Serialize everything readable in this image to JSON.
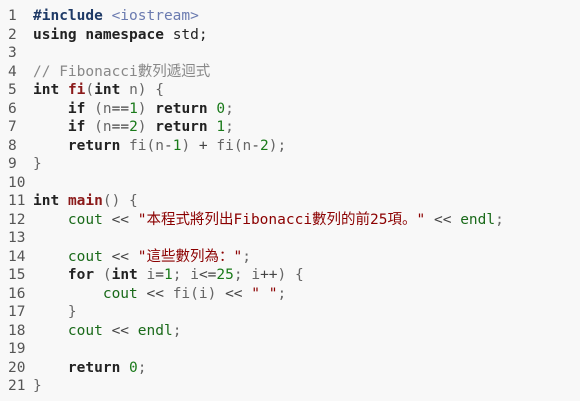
{
  "editor": {
    "colors": {
      "background": "#f8f8f8",
      "line_number": "#555555",
      "keyword": "#222222",
      "preprocessor": "#1f3a66",
      "include_path": "#6b7bb0",
      "comment": "#888888",
      "function_name": "#8b1a1a",
      "number": "#1a7a1a",
      "string": "#8b0000",
      "std_identifier": "#1a6a1a"
    },
    "lines": [
      {
        "n": "1",
        "tokens": [
          {
            "t": "#include",
            "c": "pp"
          },
          {
            "t": " ",
            "c": ""
          },
          {
            "t": "<iostream>",
            "c": "inc"
          }
        ]
      },
      {
        "n": "2",
        "tokens": [
          {
            "t": "using",
            "c": "kw"
          },
          {
            "t": " ",
            "c": ""
          },
          {
            "t": "namespace",
            "c": "kw"
          },
          {
            "t": " std;",
            "c": ""
          }
        ]
      },
      {
        "n": "3",
        "tokens": []
      },
      {
        "n": "4",
        "tokens": [
          {
            "t": "// Fibonacci數列遞迴式",
            "c": "com"
          }
        ]
      },
      {
        "n": "5",
        "tokens": [
          {
            "t": "int",
            "c": "kw"
          },
          {
            "t": " ",
            "c": ""
          },
          {
            "t": "fi",
            "c": "fn"
          },
          {
            "t": "(",
            "c": "pu"
          },
          {
            "t": "int",
            "c": "kw"
          },
          {
            "t": " n) {",
            "c": "pu"
          }
        ]
      },
      {
        "n": "6",
        "tokens": [
          {
            "t": "    ",
            "c": ""
          },
          {
            "t": "if",
            "c": "kw"
          },
          {
            "t": " (n",
            "c": "pu"
          },
          {
            "t": "==",
            "c": "op"
          },
          {
            "t": "1",
            "c": "num"
          },
          {
            "t": ") ",
            "c": "pu"
          },
          {
            "t": "return",
            "c": "kw"
          },
          {
            "t": " ",
            "c": ""
          },
          {
            "t": "0",
            "c": "num"
          },
          {
            "t": ";",
            "c": "pu"
          }
        ]
      },
      {
        "n": "7",
        "tokens": [
          {
            "t": "    ",
            "c": ""
          },
          {
            "t": "if",
            "c": "kw"
          },
          {
            "t": " (n",
            "c": "pu"
          },
          {
            "t": "==",
            "c": "op"
          },
          {
            "t": "2",
            "c": "num"
          },
          {
            "t": ") ",
            "c": "pu"
          },
          {
            "t": "return",
            "c": "kw"
          },
          {
            "t": " ",
            "c": ""
          },
          {
            "t": "1",
            "c": "num"
          },
          {
            "t": ";",
            "c": "pu"
          }
        ]
      },
      {
        "n": "8",
        "tokens": [
          {
            "t": "    ",
            "c": ""
          },
          {
            "t": "return",
            "c": "kw"
          },
          {
            "t": " fi(n",
            "c": "pu"
          },
          {
            "t": "-",
            "c": "op"
          },
          {
            "t": "1",
            "c": "num"
          },
          {
            "t": ") ",
            "c": "pu"
          },
          {
            "t": "+",
            "c": "op"
          },
          {
            "t": " fi(n",
            "c": "pu"
          },
          {
            "t": "-",
            "c": "op"
          },
          {
            "t": "2",
            "c": "num"
          },
          {
            "t": ");",
            "c": "pu"
          }
        ]
      },
      {
        "n": "9",
        "tokens": [
          {
            "t": "}",
            "c": "pu"
          }
        ]
      },
      {
        "n": "10",
        "tokens": []
      },
      {
        "n": "11",
        "tokens": [
          {
            "t": "int",
            "c": "kw"
          },
          {
            "t": " ",
            "c": ""
          },
          {
            "t": "main",
            "c": "fn"
          },
          {
            "t": "() {",
            "c": "pu"
          }
        ]
      },
      {
        "n": "12",
        "tokens": [
          {
            "t": "    ",
            "c": ""
          },
          {
            "t": "cout",
            "c": "std"
          },
          {
            "t": " << ",
            "c": "op"
          },
          {
            "t": "\"本程式將列出Fibonacci數列的前25項。\"",
            "c": "str"
          },
          {
            "t": " << ",
            "c": "op"
          },
          {
            "t": "endl",
            "c": "std"
          },
          {
            "t": ";",
            "c": "pu"
          }
        ]
      },
      {
        "n": "13",
        "tokens": []
      },
      {
        "n": "14",
        "tokens": [
          {
            "t": "    ",
            "c": ""
          },
          {
            "t": "cout",
            "c": "std"
          },
          {
            "t": " << ",
            "c": "op"
          },
          {
            "t": "\"這些數列為：\"",
            "c": "str"
          },
          {
            "t": ";",
            "c": "pu"
          }
        ]
      },
      {
        "n": "15",
        "tokens": [
          {
            "t": "    ",
            "c": ""
          },
          {
            "t": "for",
            "c": "kw"
          },
          {
            "t": " (",
            "c": "pu"
          },
          {
            "t": "int",
            "c": "kw"
          },
          {
            "t": " i",
            "c": "pu"
          },
          {
            "t": "=",
            "c": "op"
          },
          {
            "t": "1",
            "c": "num"
          },
          {
            "t": "; i",
            "c": "pu"
          },
          {
            "t": "<=",
            "c": "op"
          },
          {
            "t": "25",
            "c": "num"
          },
          {
            "t": "; i",
            "c": "pu"
          },
          {
            "t": "++",
            "c": "op"
          },
          {
            "t": ") {",
            "c": "pu"
          }
        ]
      },
      {
        "n": "16",
        "tokens": [
          {
            "t": "        ",
            "c": ""
          },
          {
            "t": "cout",
            "c": "std"
          },
          {
            "t": " << ",
            "c": "op"
          },
          {
            "t": "fi(i)",
            "c": "pu"
          },
          {
            "t": " << ",
            "c": "op"
          },
          {
            "t": "\" \"",
            "c": "str"
          },
          {
            "t": ";",
            "c": "pu"
          }
        ]
      },
      {
        "n": "17",
        "tokens": [
          {
            "t": "    ",
            "c": ""
          },
          {
            "t": "}",
            "c": "pu"
          }
        ]
      },
      {
        "n": "18",
        "tokens": [
          {
            "t": "    ",
            "c": ""
          },
          {
            "t": "cout",
            "c": "std"
          },
          {
            "t": " << ",
            "c": "op"
          },
          {
            "t": "endl",
            "c": "std"
          },
          {
            "t": ";",
            "c": "pu"
          }
        ]
      },
      {
        "n": "19",
        "tokens": []
      },
      {
        "n": "20",
        "tokens": [
          {
            "t": "    ",
            "c": ""
          },
          {
            "t": "return",
            "c": "kw"
          },
          {
            "t": " ",
            "c": ""
          },
          {
            "t": "0",
            "c": "num"
          },
          {
            "t": ";",
            "c": "pu"
          }
        ]
      },
      {
        "n": "21",
        "tokens": [
          {
            "t": "}",
            "c": "pu"
          }
        ]
      }
    ]
  }
}
